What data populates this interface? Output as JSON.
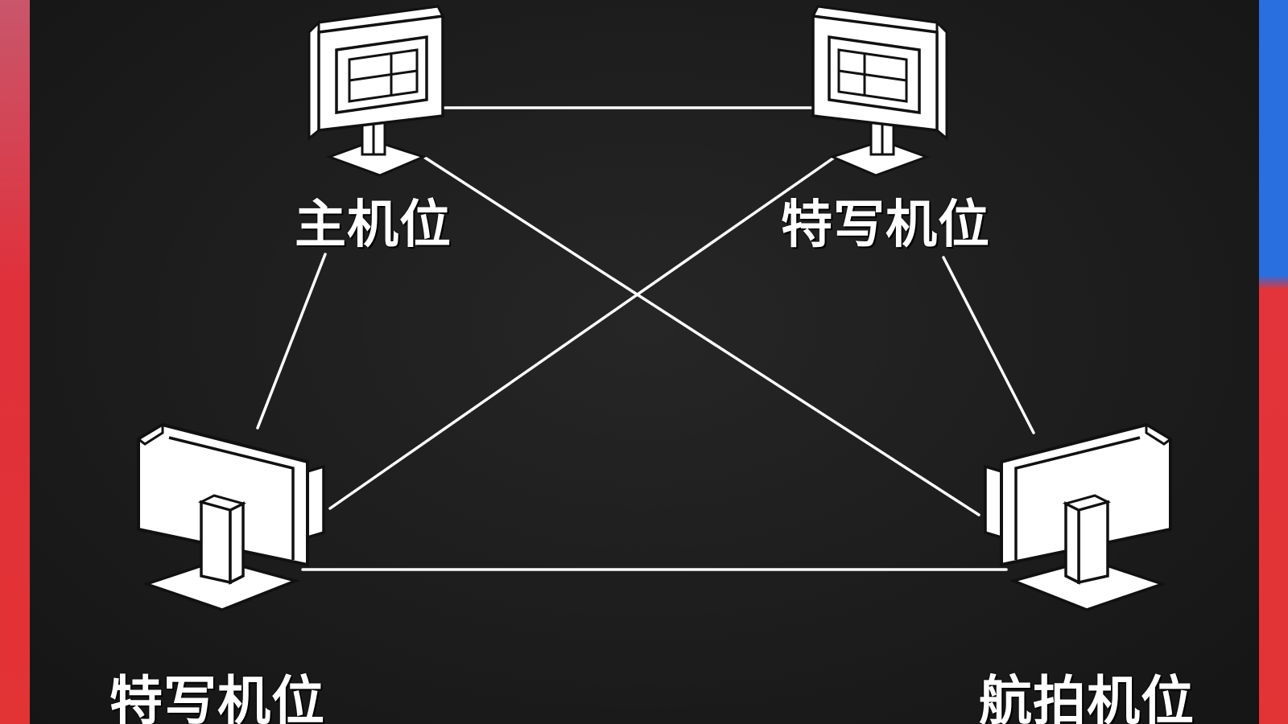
{
  "colors": {
    "background": "#1b1b1b",
    "line": "#ffffff",
    "edge_left": "#e0303a",
    "edge_right": "#2a6fe0"
  },
  "nodes": [
    {
      "id": "main",
      "label": "主机位",
      "icon": "monitor-icon"
    },
    {
      "id": "closeup-top",
      "label": "特写机位",
      "icon": "monitor-icon"
    },
    {
      "id": "closeup-bottom",
      "label": "特写机位",
      "icon": "monitor-back-icon"
    },
    {
      "id": "aerial",
      "label": "航拍机位",
      "icon": "monitor-back-icon"
    }
  ],
  "connections": [
    [
      "main",
      "closeup-top"
    ],
    [
      "main",
      "closeup-bottom"
    ],
    [
      "main",
      "aerial"
    ],
    [
      "closeup-top",
      "closeup-bottom"
    ],
    [
      "closeup-top",
      "aerial"
    ],
    [
      "closeup-bottom",
      "aerial"
    ]
  ]
}
